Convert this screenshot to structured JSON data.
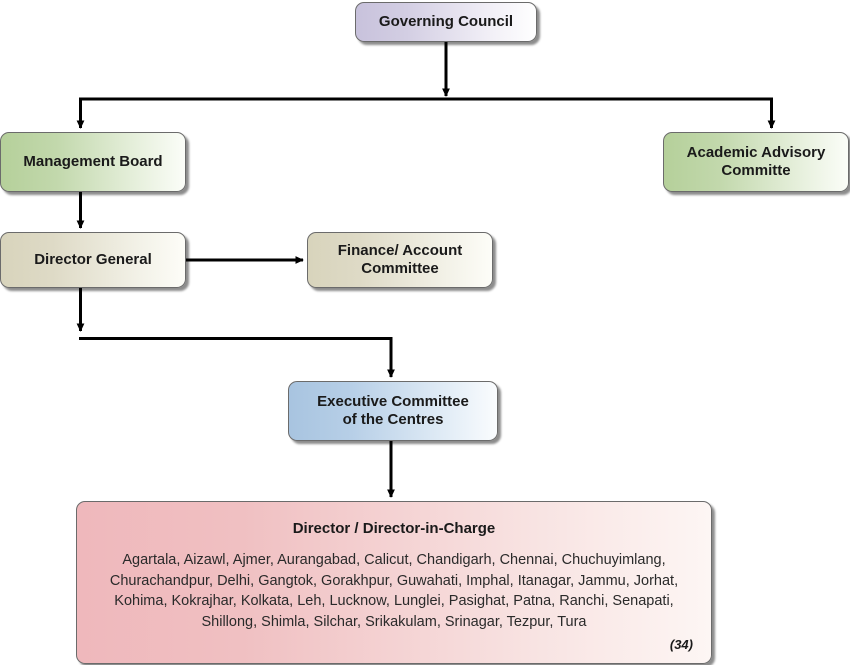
{
  "diagram": {
    "title": "Organizational Structure Chart",
    "nodes": {
      "governing_council": {
        "label": "Governing Council",
        "color": "#c8c2dc"
      },
      "management_board": {
        "label": "Management Board",
        "color": "#b5d09a"
      },
      "academic_advisory": {
        "label": "Academic Advisory\nCommitte",
        "color": "#b5d09a"
      },
      "director_general": {
        "label": "Director General",
        "color": "#d8d4bc"
      },
      "finance_account": {
        "label": "Finance/ Account\nCommittee",
        "color": "#d8d4bc"
      },
      "executive_committee": {
        "label": "Executive Committee\nof the Centres",
        "color": "#a8c4e0"
      },
      "directors": {
        "title": "Director / Director-in-Charge",
        "centres_text": "Agartala, Aizawl, Ajmer, Aurangabad, Calicut, Chandigarh, Chennai, Chuchuyimlang, Churachandpur, Delhi, Gangtok, Gorakhpur, Guwahati, Imphal, Itanagar, Jammu, Jorhat, Kohima, Kokrajhar, Kolkata, Leh, Lucknow, Lunglei, Pasighat, Patna, Ranchi, Senapati, Shillong, Shimla, Silchar, Srikakulam, Srinagar, Tezpur, Tura",
        "count_label": "(34)",
        "count": 34,
        "color": "#efb8bc",
        "centres": [
          "Agartala",
          "Aizawl",
          "Ajmer",
          "Aurangabad",
          "Calicut",
          "Chandigarh",
          "Chennai",
          "Chuchuyimlang",
          "Churachandpur",
          "Delhi",
          "Gangtok",
          "Gorakhpur",
          "Guwahati",
          "Imphal",
          "Itanagar",
          "Jammu",
          "Jorhat",
          "Kohima",
          "Kokrajhar",
          "Kolkata",
          "Leh",
          "Lucknow",
          "Lunglei",
          "Pasighat",
          "Patna",
          "Ranchi",
          "Senapati",
          "Shillong",
          "Shimla",
          "Silchar",
          "Srikakulam",
          "Srinagar",
          "Tezpur",
          "Tura"
        ]
      }
    },
    "edges": [
      {
        "from": "governing_council",
        "to": "management_board",
        "style": "elbow-down"
      },
      {
        "from": "governing_council",
        "to": "academic_advisory",
        "style": "elbow-down"
      },
      {
        "from": "management_board",
        "to": "director_general",
        "style": "straight-down"
      },
      {
        "from": "director_general",
        "to": "finance_account",
        "style": "straight-right"
      },
      {
        "from": "director_general",
        "to": "executive_committee",
        "style": "elbow-down-right"
      },
      {
        "from": "executive_committee",
        "to": "directors",
        "style": "straight-down"
      }
    ],
    "connector_color": "#000000"
  }
}
